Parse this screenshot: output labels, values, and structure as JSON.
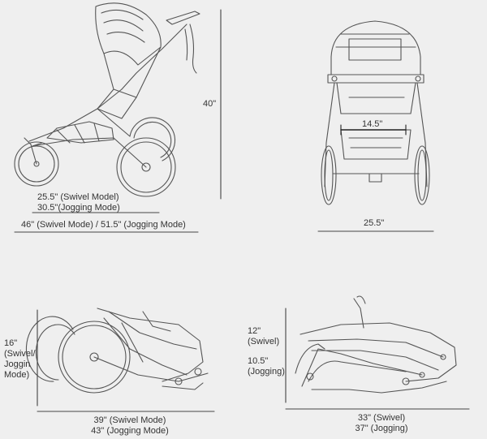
{
  "colors": {
    "background": "#efefef",
    "line": "#555555",
    "dim_line": "#444444",
    "text": "#333333"
  },
  "labels": {
    "height_40": "40\"",
    "depth_swivel": "25.5\" (Swivel Model)",
    "depth_jogging": "30.5\"(Jogging Mode)",
    "length_total": "46\" (Swivel Mode) / 51.5\" (Jogging Mode)",
    "seat_width": "14.5\"",
    "overall_width": "25.5\"",
    "folded_height_a_l1": "16\"",
    "folded_height_a_l2": "(Swivel/",
    "folded_height_a_l3": "Joggin",
    "folded_height_a_l4": "Mode)",
    "folded_length_a_l1": "39\" (Swivel Mode)",
    "folded_length_a_l2": "43\" (Jogging Mode)",
    "folded_height_b_swivel": "12\"",
    "folded_height_b_swivel_mode": "(Swivel)",
    "folded_height_b_jog": "10.5\"",
    "folded_height_b_jog_mode": "(Jogging)",
    "folded_length_b_l1": "33\" (Swivel)",
    "folded_length_b_l2": "37\" (Jogging)"
  }
}
